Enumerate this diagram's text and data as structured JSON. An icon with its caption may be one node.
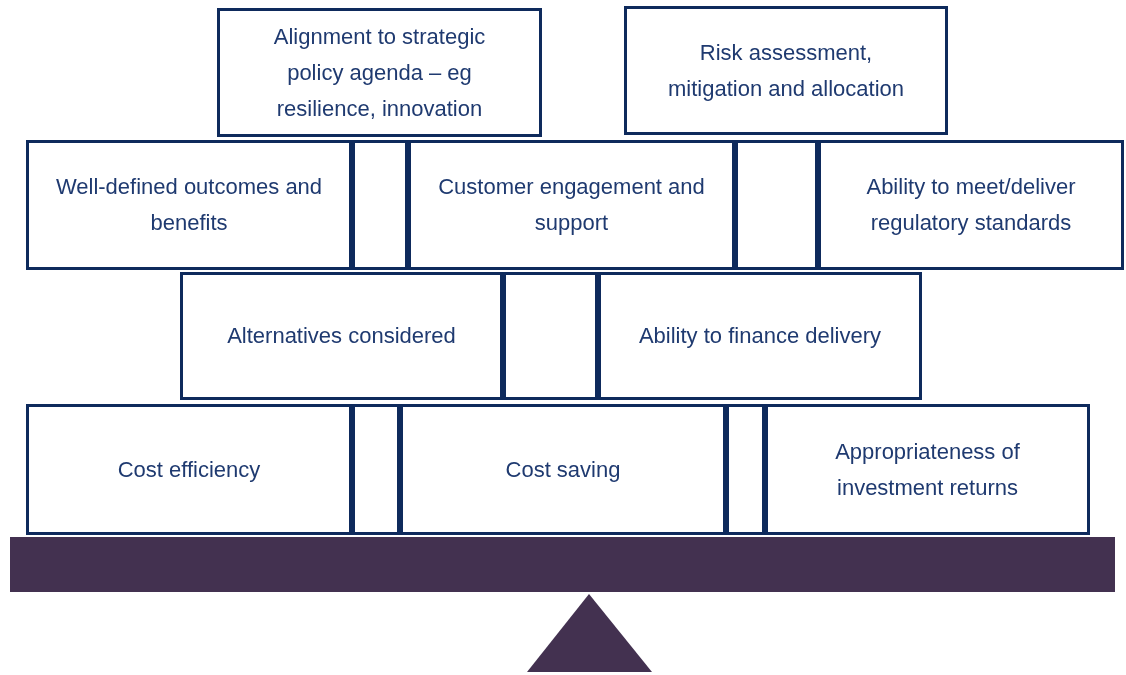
{
  "diagram": {
    "nodes": [
      {
        "text": [
          "Alignment to strategic policy agenda – eg resilience, innovation"
        ]
      },
      {
        "text": [
          "Risk assessment, mitigation and allocation"
        ]
      },
      {
        "text": [
          "Well-defined outcomes and benefits"
        ]
      },
      {
        "text": [],
        "shape": "box"
      },
      {
        "text": [
          "Customer engagement and support"
        ]
      },
      {
        "text": [],
        "shape": "box"
      },
      {
        "text": [
          "Ability to meet/deliver regulatory standards"
        ]
      },
      {
        "text": [
          "Alternatives considered"
        ]
      },
      {
        "text": [],
        "shape": "box"
      },
      {
        "text": [
          "Ability to finance delivery"
        ]
      },
      {
        "text": [
          "Cost efficiency"
        ]
      },
      {
        "text": [],
        "shape": "box"
      },
      {
        "text": [
          "Cost saving"
        ]
      },
      {
        "text": [],
        "shape": "box"
      },
      {
        "text": [
          "Appropriateness of investment returns"
        ]
      }
    ]
  }
}
